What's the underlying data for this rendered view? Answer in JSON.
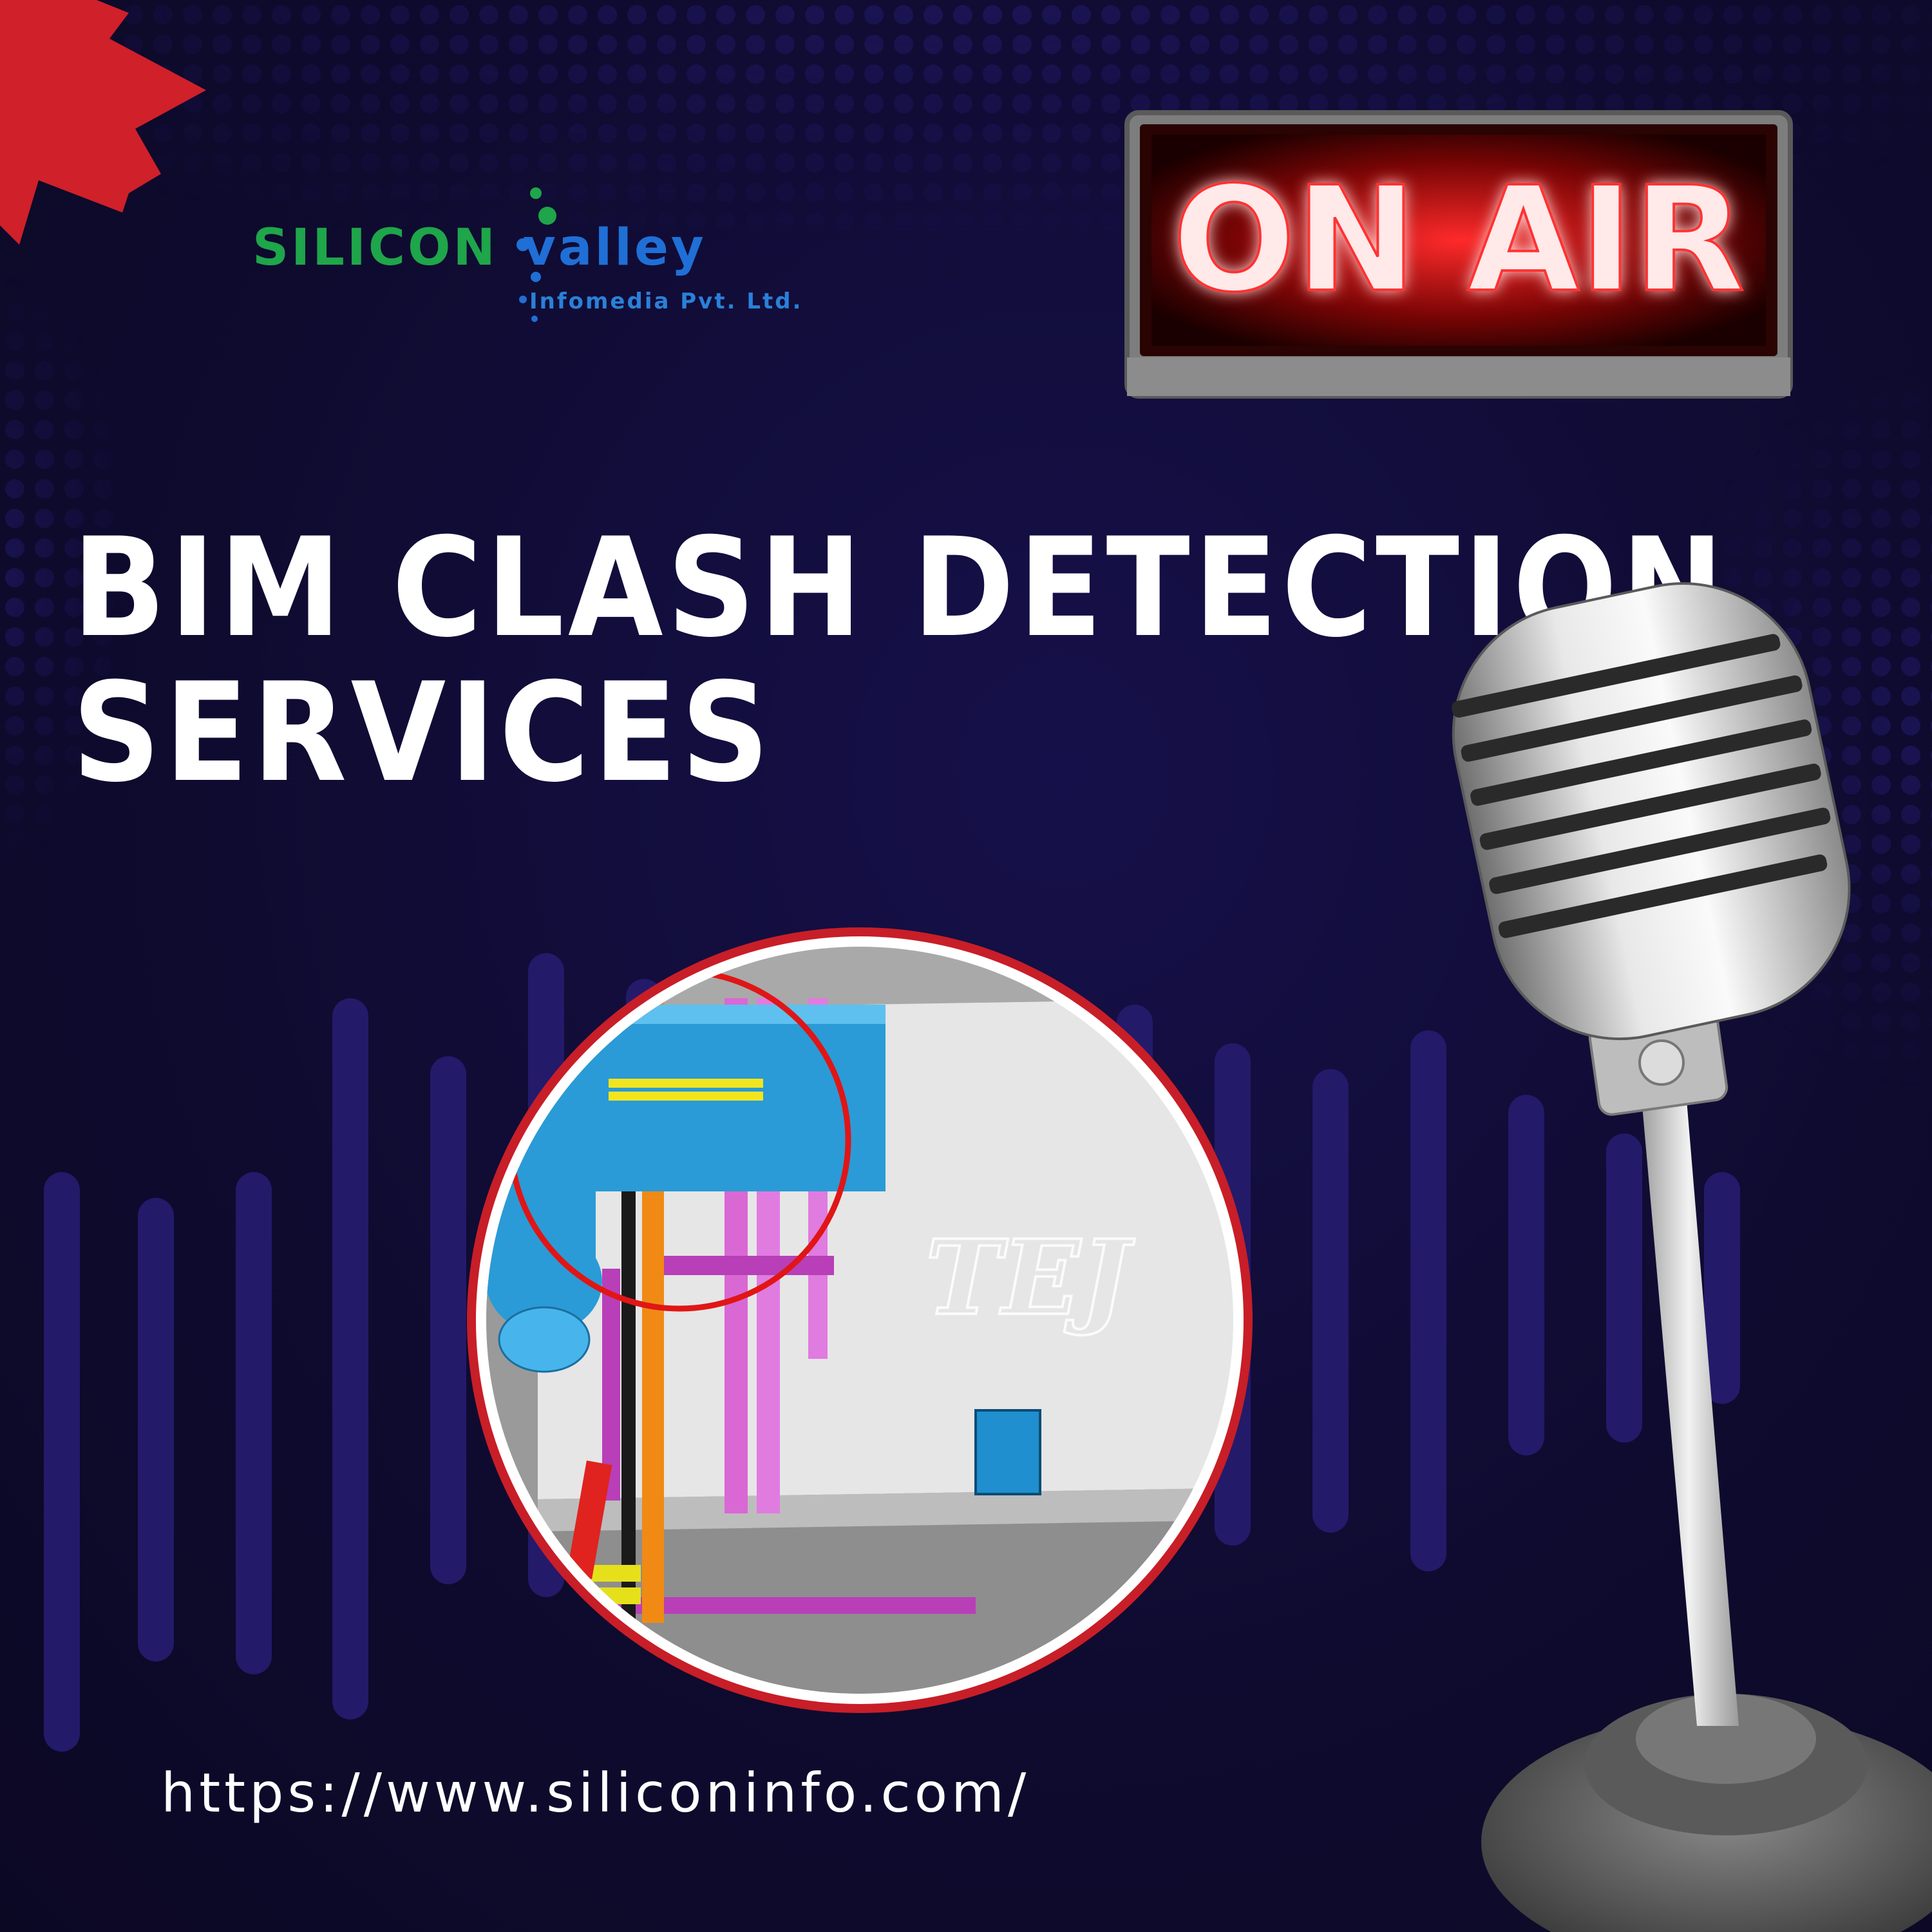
{
  "brand": {
    "logo_part1": "SILICON",
    "logo_part2": "valley",
    "logo_sub": "Infomedia Pvt. Ltd.",
    "green": "#1fa54a",
    "blue": "#1f6fd6"
  },
  "sign": {
    "text": "ON AIR",
    "glow_color": "#ff1a1a"
  },
  "headline": {
    "line1": "BIM CLASH DETECTION",
    "line2": "SERVICES"
  },
  "illustration": {
    "watermark": "TEJ",
    "icon": "microphone-icon"
  },
  "footer": {
    "url": "https://www.siliconinfo.com/"
  },
  "colors": {
    "background": "#0f0b30",
    "accent_red": "#d0202a",
    "bars": "#231a6a"
  }
}
